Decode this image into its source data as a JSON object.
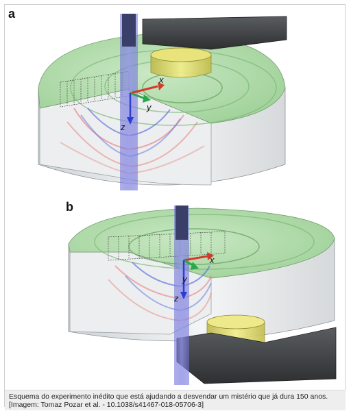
{
  "figure": {
    "panels": [
      {
        "id": "a",
        "label": "a",
        "axes": [
          "x",
          "y",
          "z"
        ]
      },
      {
        "id": "b",
        "label": "b",
        "axes": [
          "x",
          "y",
          "z"
        ]
      }
    ]
  },
  "caption": {
    "line1": "Esquema do experimento inédito que está ajudando a desvendar um mistério que já dura 150 anos.",
    "line2": "[Imagem: Tomaz Pozar et al. - 10.1038/s41467-018-05706-3]"
  }
}
